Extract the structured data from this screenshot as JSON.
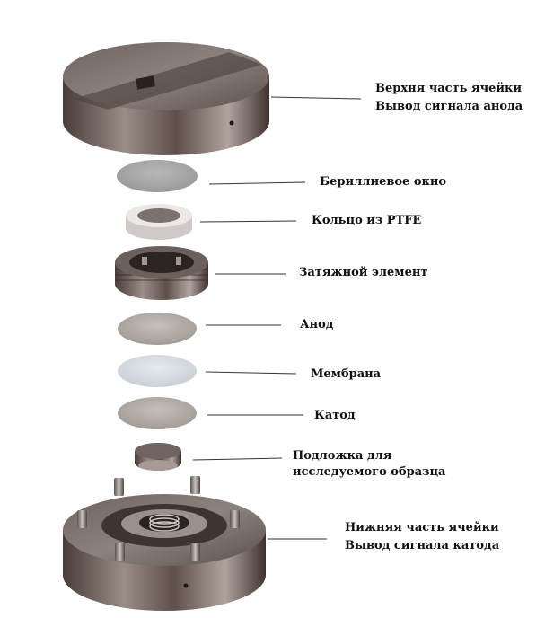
{
  "labels": {
    "top_part": "Верхня часть ячейки",
    "anode_signal": "Вывод сигнала анода",
    "beryllium": "Бериллиевое окно",
    "ptfe_ring": "Кольцо из PTFE",
    "tightening": "Затяжной элемент",
    "anode": "Анод",
    "membrane": "Мембрана",
    "cathode": "Катод",
    "substrate_1": "Подложка для",
    "substrate_2": "исследуемого образца",
    "bottom_part": "Нижняя часть ячейки",
    "cathode_signal": "Вывод сигнала катода"
  },
  "colors": {
    "metal_dark": "#5b4a45",
    "metal_light": "#bdb3ad",
    "disc_gray": "#a9a9a9",
    "membrane": "#d7dde2",
    "anode": "#b7b1ab"
  }
}
